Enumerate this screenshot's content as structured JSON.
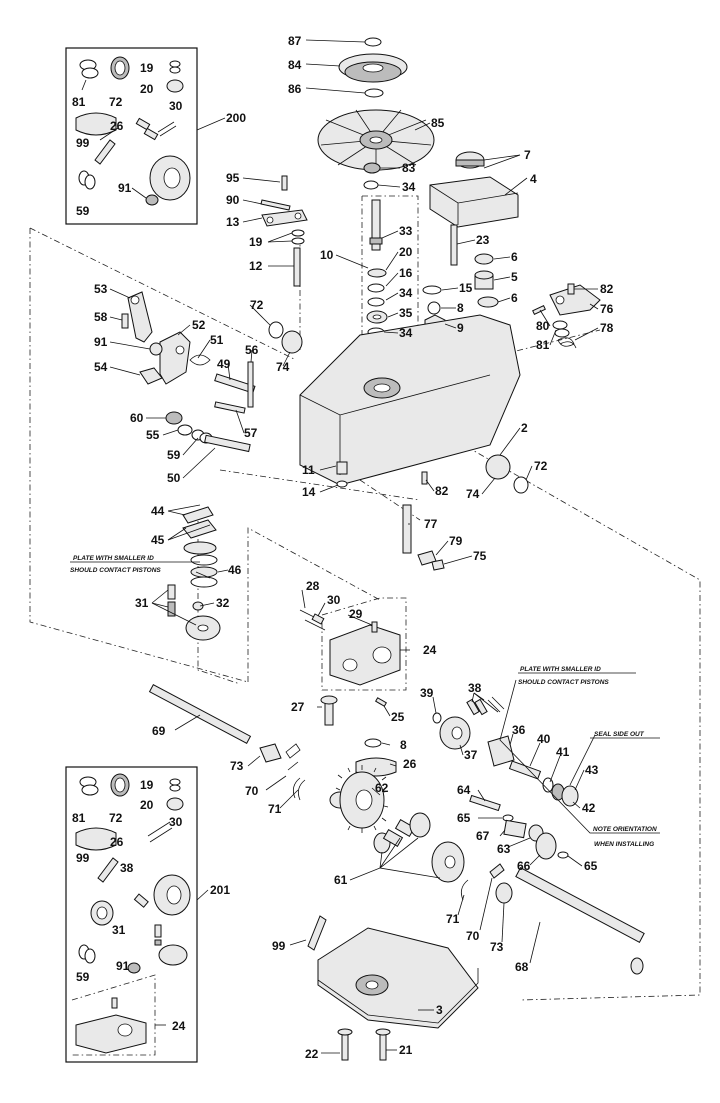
{
  "notes": {
    "plate_top_1": "PLATE WITH SMALLER ID",
    "plate_top_2": "SHOULD CONTACT PISTONS",
    "plate_right_1": "PLATE WITH SMALLER ID",
    "plate_right_2": "SHOULD CONTACT PISTONS",
    "seal": "SEAL SIDE OUT",
    "orient_1": "NOTE ORIENTATION",
    "orient_2": "WHEN INSTALLING"
  },
  "labels": [
    {
      "id": "l87",
      "text": "87"
    },
    {
      "id": "l84",
      "text": "84"
    },
    {
      "id": "l86",
      "text": "86"
    },
    {
      "id": "l85",
      "text": "85"
    },
    {
      "id": "l83",
      "text": "83"
    },
    {
      "id": "l34a",
      "text": "34"
    },
    {
      "id": "l7",
      "text": "7"
    },
    {
      "id": "l4",
      "text": "4"
    },
    {
      "id": "l95",
      "text": "95"
    },
    {
      "id": "l90",
      "text": "90"
    },
    {
      "id": "l13",
      "text": "13"
    },
    {
      "id": "l19a",
      "text": "19"
    },
    {
      "id": "l12",
      "text": "12"
    },
    {
      "id": "l10",
      "text": "10"
    },
    {
      "id": "l33",
      "text": "33"
    },
    {
      "id": "l20a",
      "text": "20"
    },
    {
      "id": "l16",
      "text": "16"
    },
    {
      "id": "l34b",
      "text": "34"
    },
    {
      "id": "l35",
      "text": "35"
    },
    {
      "id": "l34c",
      "text": "34"
    },
    {
      "id": "l23",
      "text": "23"
    },
    {
      "id": "l6a",
      "text": "6"
    },
    {
      "id": "l5",
      "text": "5"
    },
    {
      "id": "l6b",
      "text": "6"
    },
    {
      "id": "l15",
      "text": "15"
    },
    {
      "id": "l8a",
      "text": "8"
    },
    {
      "id": "l9",
      "text": "9"
    },
    {
      "id": "l82a",
      "text": "82"
    },
    {
      "id": "l76",
      "text": "76"
    },
    {
      "id": "l80",
      "text": "80"
    },
    {
      "id": "l78",
      "text": "78"
    },
    {
      "id": "l81a",
      "text": "81"
    },
    {
      "id": "l53",
      "text": "53"
    },
    {
      "id": "l58",
      "text": "58"
    },
    {
      "id": "l52",
      "text": "52"
    },
    {
      "id": "l91a",
      "text": "91"
    },
    {
      "id": "l51",
      "text": "51"
    },
    {
      "id": "l72a",
      "text": "72"
    },
    {
      "id": "l74a",
      "text": "74"
    },
    {
      "id": "l56",
      "text": "56"
    },
    {
      "id": "l49",
      "text": "49"
    },
    {
      "id": "l54",
      "text": "54"
    },
    {
      "id": "l60",
      "text": "60"
    },
    {
      "id": "l55",
      "text": "55"
    },
    {
      "id": "l59a",
      "text": "59"
    },
    {
      "id": "l57",
      "text": "57"
    },
    {
      "id": "l50",
      "text": "50"
    },
    {
      "id": "l2",
      "text": "2"
    },
    {
      "id": "l11",
      "text": "11"
    },
    {
      "id": "l14",
      "text": "14"
    },
    {
      "id": "l82b",
      "text": "82"
    },
    {
      "id": "l74b",
      "text": "74"
    },
    {
      "id": "l72b",
      "text": "72"
    },
    {
      "id": "l44",
      "text": "44"
    },
    {
      "id": "l45",
      "text": "45"
    },
    {
      "id": "l46",
      "text": "46"
    },
    {
      "id": "l31a",
      "text": "31"
    },
    {
      "id": "l32",
      "text": "32"
    },
    {
      "id": "l77",
      "text": "77"
    },
    {
      "id": "l79",
      "text": "79"
    },
    {
      "id": "l75",
      "text": "75"
    },
    {
      "id": "l28",
      "text": "28"
    },
    {
      "id": "l30a",
      "text": "30"
    },
    {
      "id": "l29",
      "text": "29"
    },
    {
      "id": "l24a",
      "text": "24"
    },
    {
      "id": "l27",
      "text": "27"
    },
    {
      "id": "l25",
      "text": "25"
    },
    {
      "id": "l39",
      "text": "39"
    },
    {
      "id": "l38a",
      "text": "38"
    },
    {
      "id": "l37",
      "text": "37"
    },
    {
      "id": "l36",
      "text": "36"
    },
    {
      "id": "l40",
      "text": "40"
    },
    {
      "id": "l41",
      "text": "41"
    },
    {
      "id": "l43",
      "text": "43"
    },
    {
      "id": "l42",
      "text": "42"
    },
    {
      "id": "l69",
      "text": "69"
    },
    {
      "id": "l8b",
      "text": "8"
    },
    {
      "id": "l26a",
      "text": "26"
    },
    {
      "id": "l73a",
      "text": "73"
    },
    {
      "id": "l70a",
      "text": "70"
    },
    {
      "id": "l71a",
      "text": "71"
    },
    {
      "id": "l62",
      "text": "62"
    },
    {
      "id": "l64",
      "text": "64"
    },
    {
      "id": "l65a",
      "text": "65"
    },
    {
      "id": "l67",
      "text": "67"
    },
    {
      "id": "l63",
      "text": "63"
    },
    {
      "id": "l66",
      "text": "66"
    },
    {
      "id": "l65b",
      "text": "65"
    },
    {
      "id": "l61",
      "text": "61"
    },
    {
      "id": "l71b",
      "text": "71"
    },
    {
      "id": "l70b",
      "text": "70"
    },
    {
      "id": "l73b",
      "text": "73"
    },
    {
      "id": "l68",
      "text": "68"
    },
    {
      "id": "l99a",
      "text": "99"
    },
    {
      "id": "l3",
      "text": "3"
    },
    {
      "id": "l22",
      "text": "22"
    },
    {
      "id": "l21",
      "text": "21"
    },
    {
      "id": "b1_81",
      "text": "81"
    },
    {
      "id": "b1_72",
      "text": "72"
    },
    {
      "id": "b1_19",
      "text": "19"
    },
    {
      "id": "b1_20",
      "text": "20"
    },
    {
      "id": "b1_30",
      "text": "30"
    },
    {
      "id": "b1_26",
      "text": "26"
    },
    {
      "id": "b1_99",
      "text": "99"
    },
    {
      "id": "b1_91",
      "text": "91"
    },
    {
      "id": "b1_59",
      "text": "59"
    },
    {
      "id": "b1_200",
      "text": "200"
    },
    {
      "id": "b2_81",
      "text": "81"
    },
    {
      "id": "b2_72",
      "text": "72"
    },
    {
      "id": "b2_19",
      "text": "19"
    },
    {
      "id": "b2_20",
      "text": "20"
    },
    {
      "id": "b2_30",
      "text": "30"
    },
    {
      "id": "b2_26",
      "text": "26"
    },
    {
      "id": "b2_99",
      "text": "99"
    },
    {
      "id": "b2_38",
      "text": "38"
    },
    {
      "id": "b2_31",
      "text": "31"
    },
    {
      "id": "b2_91",
      "text": "91"
    },
    {
      "id": "b2_59",
      "text": "59"
    },
    {
      "id": "b2_24",
      "text": "24"
    },
    {
      "id": "b2_201",
      "text": "201"
    }
  ]
}
